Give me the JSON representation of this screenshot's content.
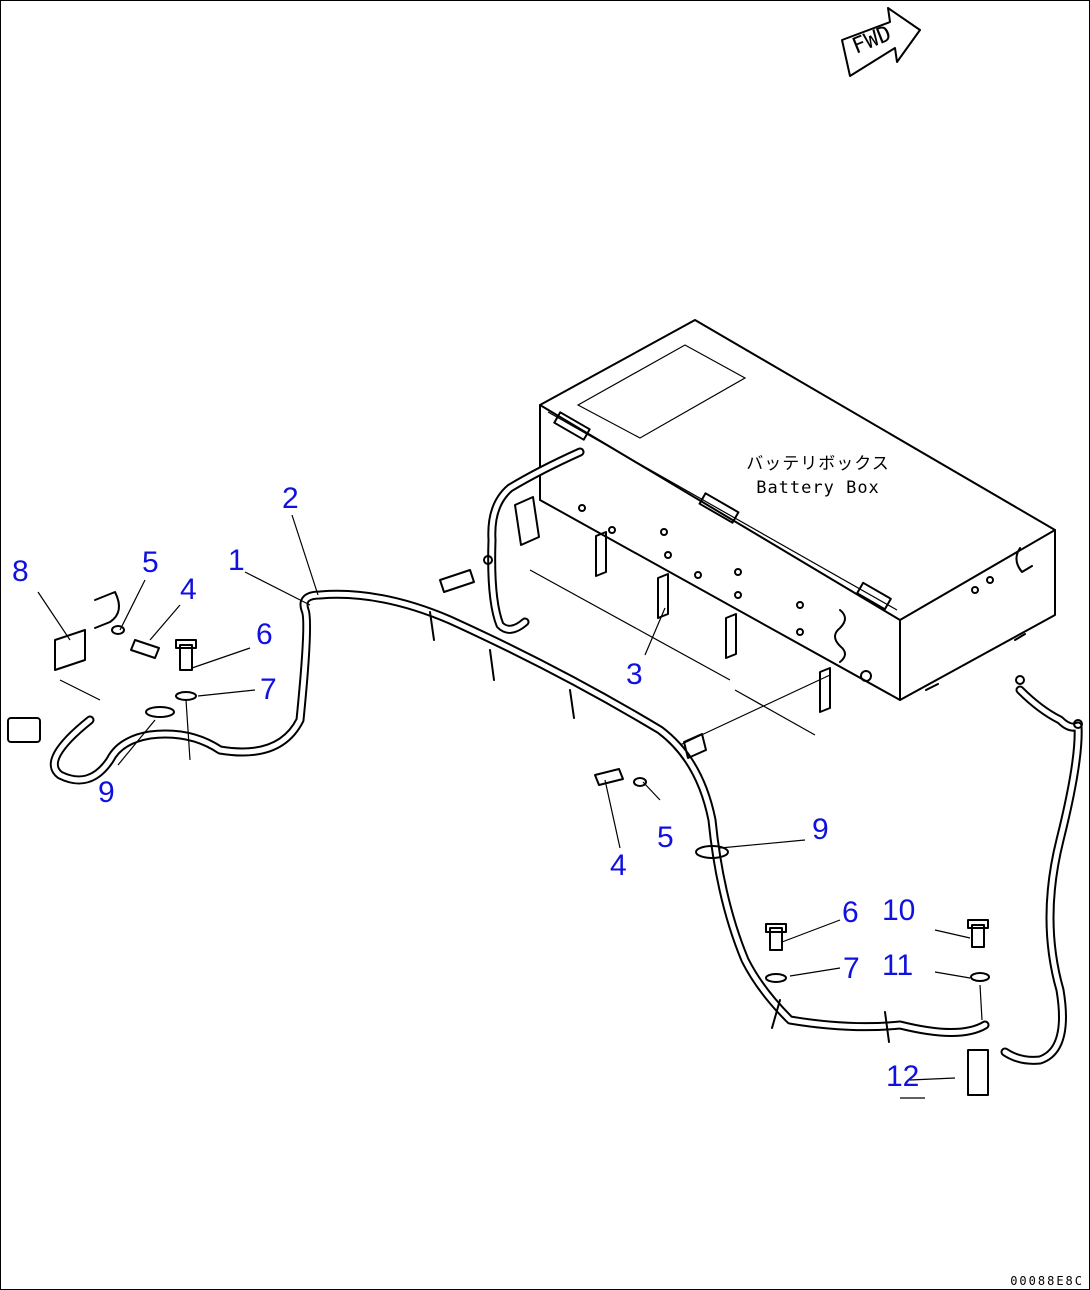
{
  "direction_label": "FWD",
  "battery_box": {
    "label_jp": "バッテリボックス",
    "label_en": "Battery Box"
  },
  "callouts": [
    {
      "id": "c8",
      "text": "8"
    },
    {
      "id": "c5a",
      "text": "5"
    },
    {
      "id": "c4a",
      "text": "4"
    },
    {
      "id": "c1",
      "text": "1"
    },
    {
      "id": "c2",
      "text": "2"
    },
    {
      "id": "c6a",
      "text": "6"
    },
    {
      "id": "c7a",
      "text": "7"
    },
    {
      "id": "c9a",
      "text": "9"
    },
    {
      "id": "c3",
      "text": "3"
    },
    {
      "id": "c9b",
      "text": "9"
    },
    {
      "id": "c5b",
      "text": "5"
    },
    {
      "id": "c4b",
      "text": "4"
    },
    {
      "id": "c6b",
      "text": "6"
    },
    {
      "id": "c10",
      "text": "10"
    },
    {
      "id": "c7b",
      "text": "7"
    },
    {
      "id": "c11",
      "text": "11"
    },
    {
      "id": "c12",
      "text": "12"
    }
  ],
  "drawing_code": "00088E8C",
  "colors": {
    "callout": "#1010e0",
    "line": "#000000"
  }
}
